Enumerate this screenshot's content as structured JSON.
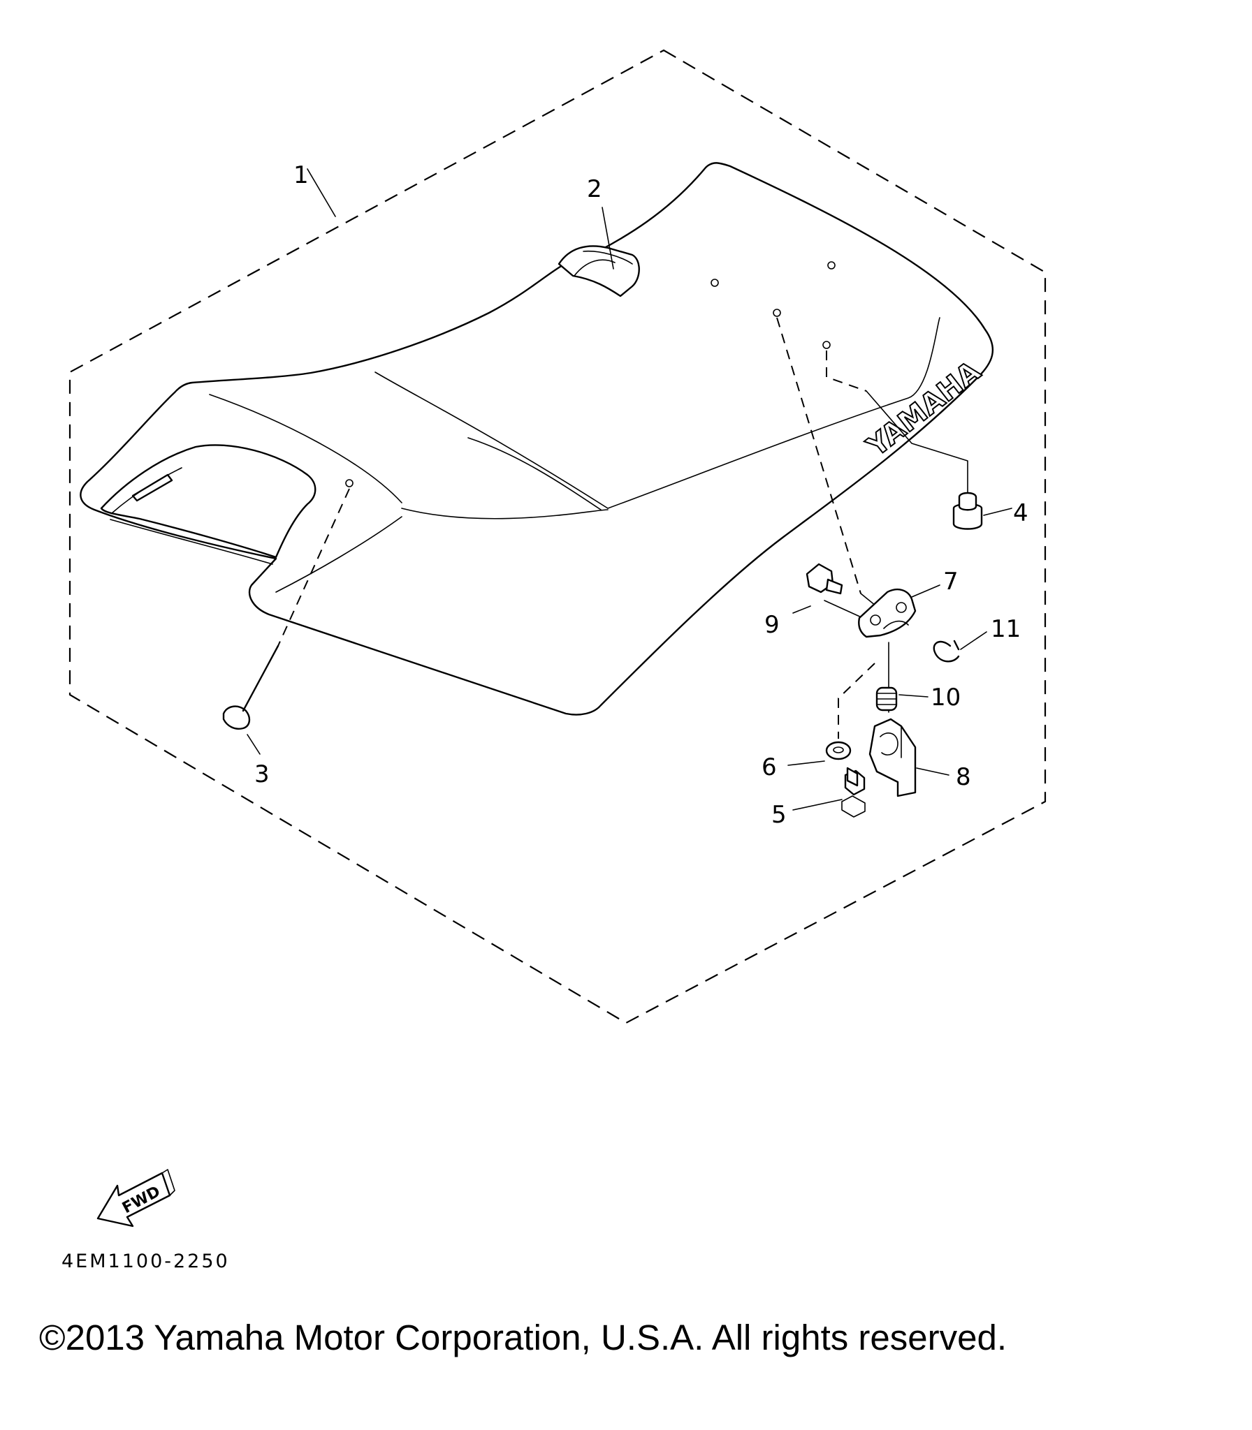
{
  "diagram": {
    "callouts": [
      {
        "id": "1",
        "label": "1"
      },
      {
        "id": "2",
        "label": "2"
      },
      {
        "id": "3",
        "label": "3"
      },
      {
        "id": "4",
        "label": "4"
      },
      {
        "id": "5",
        "label": "5"
      },
      {
        "id": "6",
        "label": "6"
      },
      {
        "id": "7",
        "label": "7"
      },
      {
        "id": "8",
        "label": "8"
      },
      {
        "id": "9",
        "label": "9"
      },
      {
        "id": "10",
        "label": "10"
      },
      {
        "id": "11",
        "label": "11"
      }
    ],
    "seat_brand": "YAMAHA",
    "fwd_label": "FWD",
    "code": "4EM1100-2250"
  },
  "footer": {
    "copyright": "©2013 Yamaha Motor Corporation, U.S.A. All rights reserved."
  }
}
